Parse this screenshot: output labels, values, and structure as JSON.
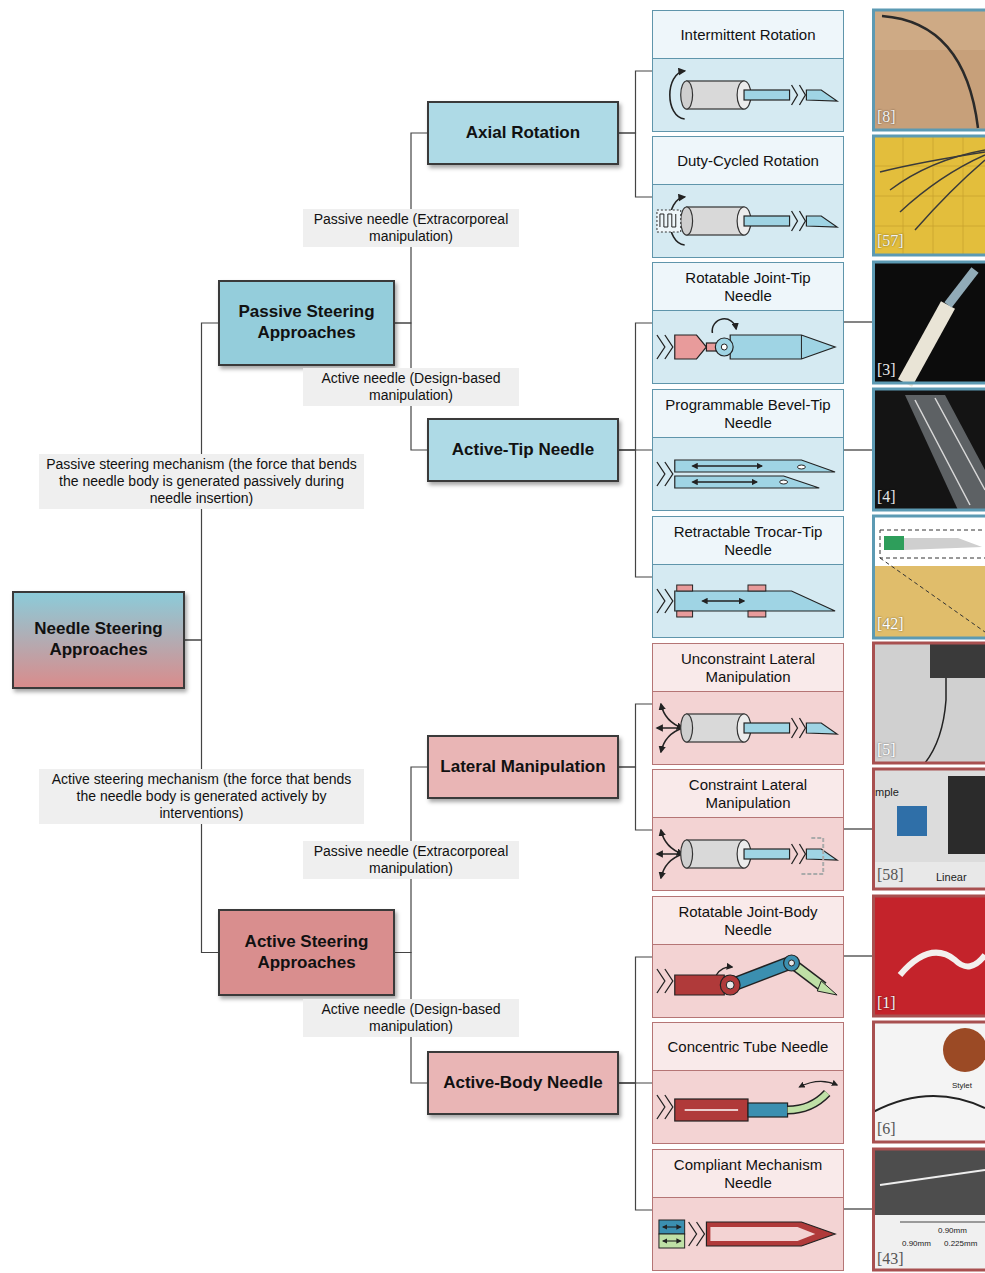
{
  "diagram": {
    "nodes": [
      {
        "text": [
          "Needle Steering Approaches"
        ]
      },
      {
        "text": [
          "Passive Steering Approaches"
        ]
      },
      {
        "text": [
          "Axial Rotation"
        ]
      },
      {
        "text": [
          "Intermittent Rotation"
        ]
      },
      {
        "text": [
          "Duty-Cycled Rotation"
        ]
      },
      {
        "text": [
          "Active-Tip Needle"
        ]
      },
      {
        "text": [
          "Rotatable Joint-Tip Needle"
        ]
      },
      {
        "text": [
          "Programmable Bevel-Tip Needle"
        ]
      },
      {
        "text": [
          "Retractable Trocar-Tip Needle"
        ]
      },
      {
        "text": [
          "Active Steering Approaches"
        ]
      },
      {
        "text": [
          "Lateral Manipulation"
        ]
      },
      {
        "text": [
          "Unconstraint Lateral Manipulation"
        ]
      },
      {
        "text": [
          "Constraint Lateral Manipulation"
        ]
      },
      {
        "text": [
          "Active-Body Needle"
        ]
      },
      {
        "text": [
          "Rotatable Joint-Body Needle"
        ]
      },
      {
        "text": [
          "Concentric Tube Needle"
        ]
      },
      {
        "text": [
          "Compliant Mechanism Needle"
        ]
      }
    ],
    "edges": [
      {
        "from": 0,
        "to": 1,
        "arrow": "none",
        "label": "Passive steering mechanism (the force that bends the needle body is generated passively during needle insertion)"
      },
      {
        "from": 0,
        "to": 9,
        "arrow": "none",
        "label": "Active steering mechanism (the force that bends the needle body is generated actively by interventions)"
      },
      {
        "from": 1,
        "to": 2,
        "arrow": "none",
        "label": "Passive needle (Extracorporeal manipulation)"
      },
      {
        "from": 1,
        "to": 5,
        "arrow": "none",
        "label": "Active needle (Design-based manipulation)"
      },
      {
        "from": 2,
        "to": 3,
        "arrow": "none"
      },
      {
        "from": 2,
        "to": 4,
        "arrow": "none"
      },
      {
        "from": 5,
        "to": 6,
        "arrow": "none"
      },
      {
        "from": 5,
        "to": 7,
        "arrow": "none"
      },
      {
        "from": 5,
        "to": 8,
        "arrow": "none"
      },
      {
        "from": 9,
        "to": 10,
        "arrow": "none",
        "label": "Passive needle (Extracorporeal manipulation)"
      },
      {
        "from": 9,
        "to": 13,
        "arrow": "none",
        "label": "Active needle (Design-based manipulation)"
      },
      {
        "from": 10,
        "to": 11,
        "arrow": "none"
      },
      {
        "from": 10,
        "to": 12,
        "arrow": "none"
      },
      {
        "from": 13,
        "to": 14,
        "arrow": "none"
      },
      {
        "from": 13,
        "to": 15,
        "arrow": "none"
      },
      {
        "from": 13,
        "to": 16,
        "arrow": "none"
      }
    ],
    "labels": [
      "[8]",
      "[57]",
      "[3]",
      "[4]",
      "[42]",
      "[5]",
      "[58]",
      "[1]",
      "[6]",
      "[43]",
      "mple",
      "Linear",
      "Stylet",
      "0.90mm",
      "0.90mm",
      "0.225mm"
    ]
  }
}
